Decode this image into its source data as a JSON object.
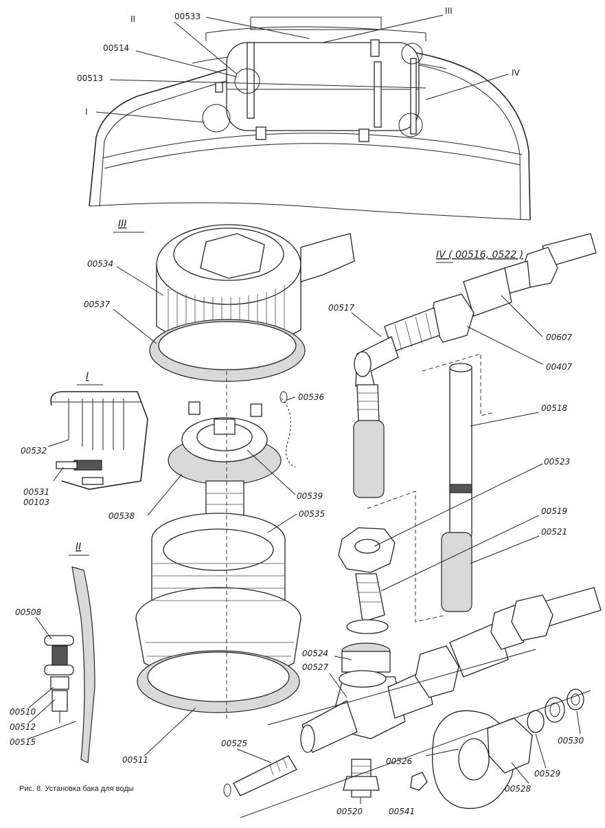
{
  "caption": "Рис. 8. Установка бака для воды",
  "section_labels": {
    "I": "I",
    "II": "II",
    "III": "III",
    "IV": "IV",
    "III_detail": "III",
    "I_detail": "I",
    "II_detail": "II",
    "IV_detail": "IV ( 00516, 0522 )"
  },
  "top_callouts": [
    "00533",
    "00514",
    "00513"
  ],
  "part_numbers": {
    "p00534": "00534",
    "p00537": "00537",
    "p00536": "00536",
    "p00539": "00539",
    "p00538": "00538",
    "p00535": "00535",
    "p00511": "00511",
    "p00532": "00532",
    "p00531": "00531",
    "p00103": "00103",
    "p00508": "00508",
    "p00510": "00510",
    "p00512": "00512",
    "p00515": "00515",
    "p00517": "00517",
    "p00607": "00607",
    "p00407": "00407",
    "p00518": "00518",
    "p00523": "00523",
    "p00519": "00519",
    "p00521": "00521",
    "p00524": "00524",
    "p00527": "00527",
    "p00525": "00525",
    "p00526": "00526",
    "p00520": "00520",
    "p00541": "00541",
    "p00528": "00528",
    "p00529": "00529",
    "p00530": "00530"
  }
}
